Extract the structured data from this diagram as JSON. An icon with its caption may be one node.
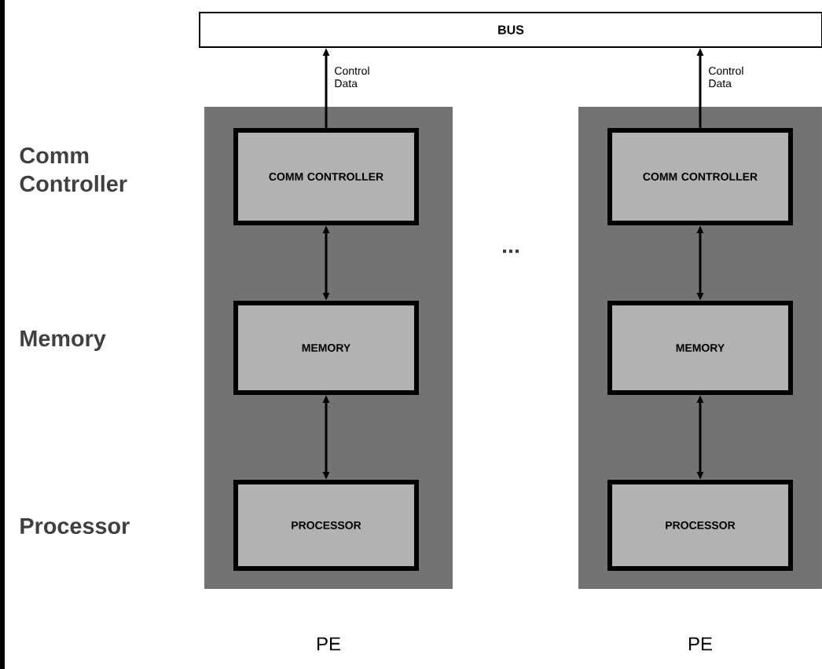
{
  "diagram": {
    "nodes": [
      {
        "text": [
          "BUS"
        ]
      },
      {
        "text": [
          "PE"
        ]
      },
      {
        "text": [
          "COMM CONTROLLER"
        ],
        "in": 1
      },
      {
        "text": [
          "MEMORY"
        ],
        "in": 1
      },
      {
        "text": [
          "PROCESSOR"
        ],
        "in": 1
      },
      {
        "text": [
          "PE"
        ]
      },
      {
        "text": [
          "COMM CONTROLLER"
        ],
        "in": 5
      },
      {
        "text": [
          "MEMORY"
        ],
        "in": 5
      },
      {
        "text": [
          "PROCESSOR"
        ],
        "in": 5
      }
    ],
    "edges": [
      {
        "from": 2,
        "to": 0,
        "arrow": "to",
        "label": "Control Data"
      },
      {
        "from": 6,
        "to": 0,
        "arrow": "to",
        "label": "Control Data"
      },
      {
        "from": 2,
        "to": 3,
        "arrow": "both"
      },
      {
        "from": 3,
        "to": 4,
        "arrow": "both"
      },
      {
        "from": 6,
        "to": 7,
        "arrow": "both"
      },
      {
        "from": 7,
        "to": 8,
        "arrow": "both"
      }
    ],
    "labels": [
      "Comm Controller",
      "Memory",
      "Processor",
      "..."
    ]
  }
}
